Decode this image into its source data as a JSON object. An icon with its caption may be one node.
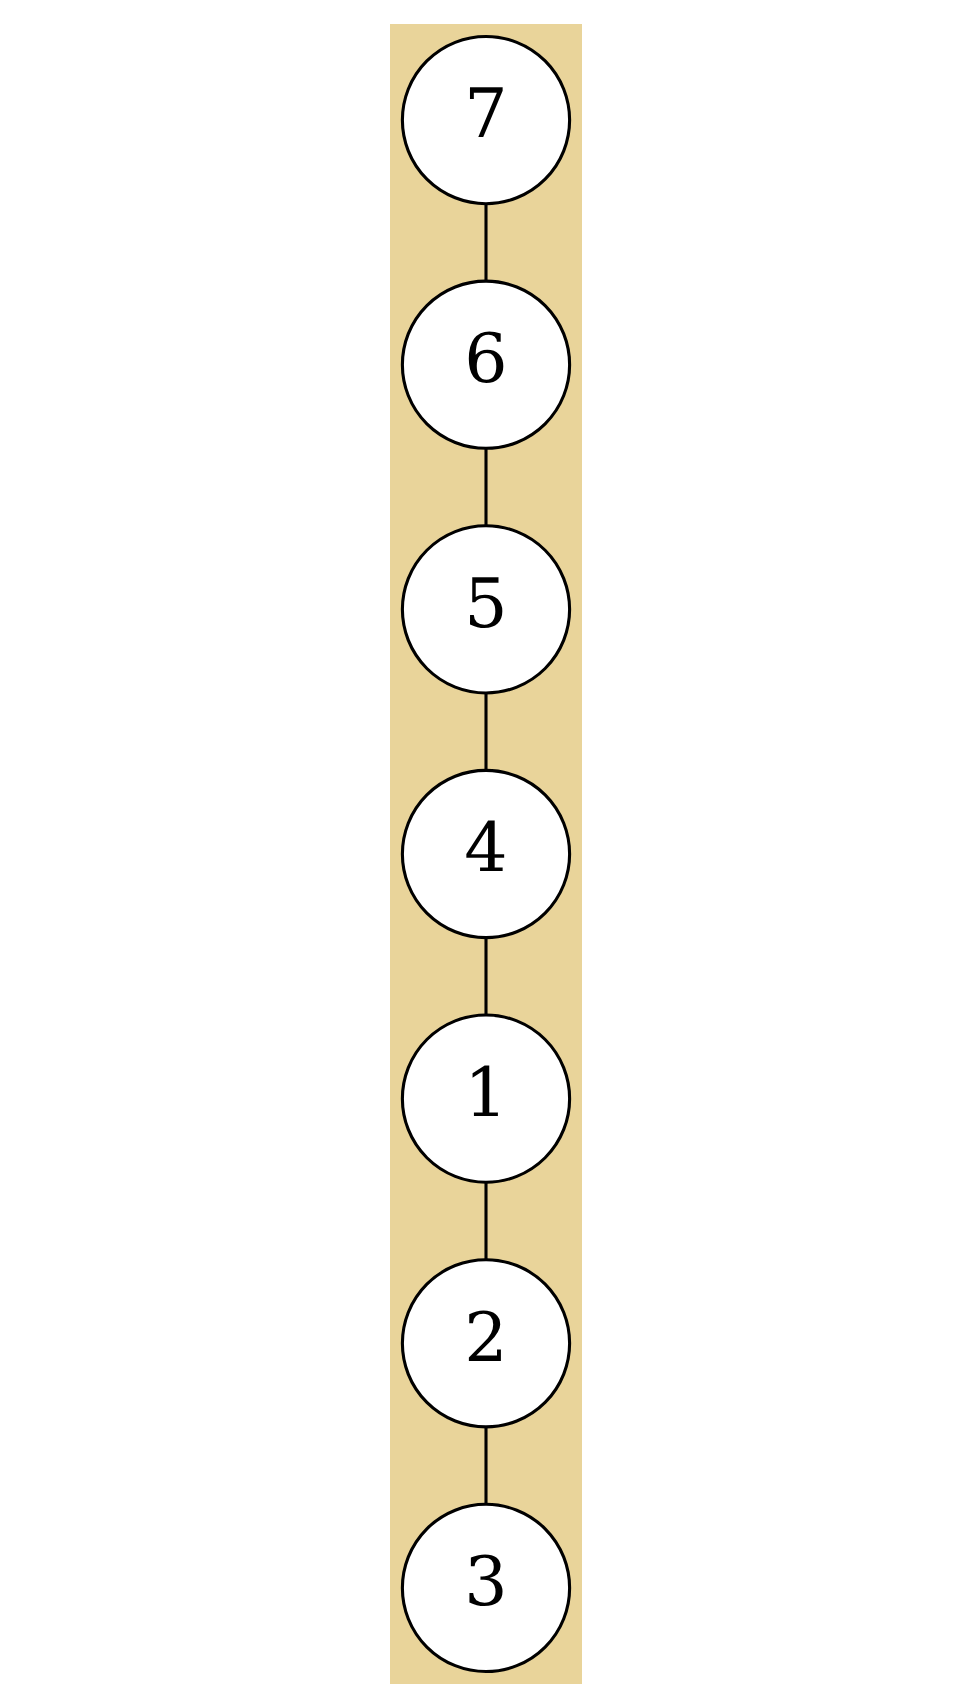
{
  "diagram": {
    "nodes": [
      {
        "text": [
          "7"
        ]
      },
      {
        "text": [
          "6"
        ]
      },
      {
        "text": [
          "5"
        ]
      },
      {
        "text": [
          "4"
        ]
      },
      {
        "text": [
          "1"
        ]
      },
      {
        "text": [
          "2"
        ]
      },
      {
        "text": [
          "3"
        ]
      }
    ],
    "edges": [
      {
        "from": 0,
        "to": 1,
        "arrow": "none"
      },
      {
        "from": 1,
        "to": 2,
        "arrow": "none"
      },
      {
        "from": 2,
        "to": 3,
        "arrow": "none"
      },
      {
        "from": 3,
        "to": 4,
        "arrow": "none"
      },
      {
        "from": 4,
        "to": 5,
        "arrow": "none"
      },
      {
        "from": 5,
        "to": 6,
        "arrow": "none"
      }
    ]
  }
}
